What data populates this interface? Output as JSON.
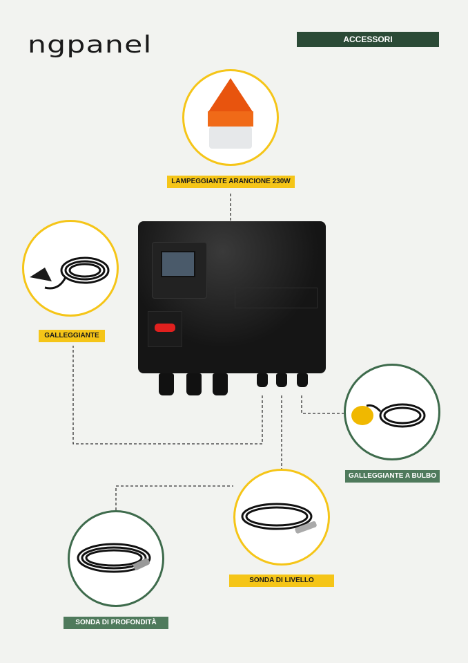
{
  "brand": {
    "logo_text": "ngpanel"
  },
  "header": {
    "title": "ACCESSORI"
  },
  "accessories": [
    {
      "label": "LAMPEGGIANTE ARANCIONE 230W",
      "icon": "orange-beacon-icon"
    },
    {
      "label": "GALLEGGIANTE",
      "icon": "float-switch-icon"
    },
    {
      "label": "GALLEGGIANTE A BULBO",
      "icon": "bulb-float-icon"
    },
    {
      "label": "SONDA DI LIVELLO",
      "icon": "level-probe-icon"
    },
    {
      "label": "SONDA DI PROFONDITÀ",
      "icon": "depth-probe-icon"
    }
  ],
  "colors": {
    "header_green": "#2b4a36",
    "label_green": "#4f7a5c",
    "yellow": "#f5c518",
    "background": "#f2f3f0"
  }
}
